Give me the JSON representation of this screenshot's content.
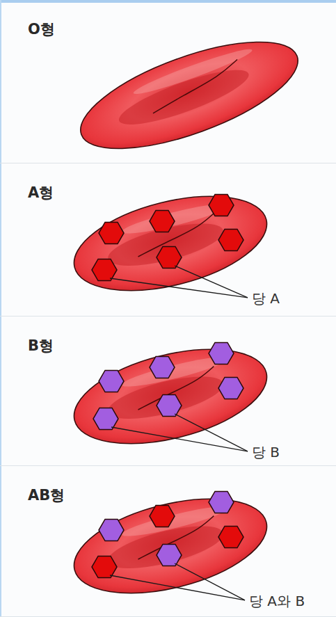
{
  "diagram": {
    "nodes": [
      {
        "text": [
          "O형"
        ]
      },
      {
        "text": [
          "A형",
          "당 A"
        ]
      },
      {
        "text": [
          "B형",
          "당 B"
        ]
      },
      {
        "text": [
          "AB형",
          "당 A와 B"
        ]
      }
    ]
  }
}
